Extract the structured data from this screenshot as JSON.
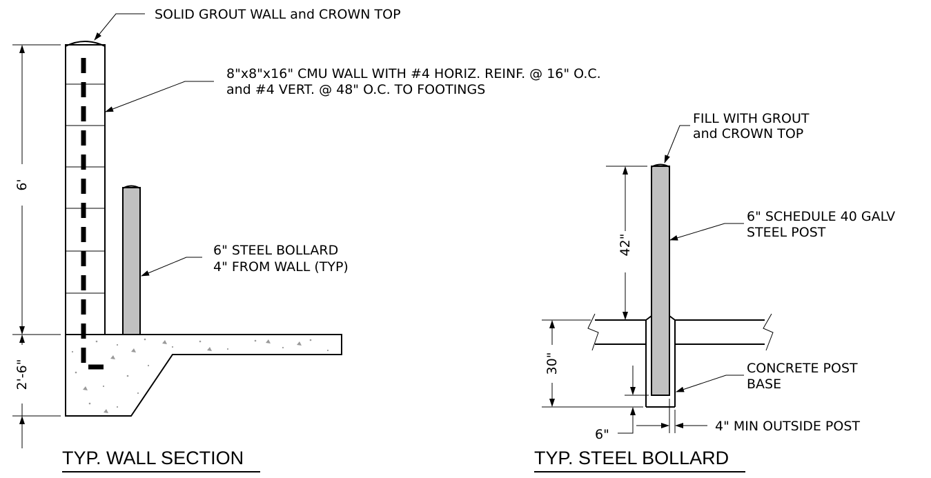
{
  "wall_section": {
    "title": "TYP. WALL SECTION",
    "notes": {
      "grout": "SOLID GROUT WALL and CROWN TOP",
      "cmu_line1": "8\"x8\"x16\" CMU WALL WITH #4 HORIZ. REINF. @ 16\" O.C.",
      "cmu_line2": "and #4 VERT. @ 48\" O.C. TO FOOTINGS",
      "bollard_line1": "6\" STEEL BOLLARD",
      "bollard_line2": "4\" FROM WALL (TYP)"
    },
    "dimensions": {
      "wall_height": "6'",
      "footing_depth": "2'-6\""
    }
  },
  "steel_bollard": {
    "title": "TYP. STEEL BOLLARD",
    "notes": {
      "grout_line1": "FILL WITH GROUT",
      "grout_line2": "and CROWN TOP",
      "post_line1": "6\" SCHEDULE 40 GALV",
      "post_line2": "STEEL POST",
      "base_line1": "CONCRETE POST",
      "base_line2": "BASE",
      "min_outside": "4\" MIN OUTSIDE POST"
    },
    "dimensions": {
      "post_height": "42\"",
      "embed_depth": "30\"",
      "base_below": "6\""
    }
  },
  "colors": {
    "line": "#000000",
    "steel": "#c0c0c0",
    "concrete_speckle": "#9a9a9a"
  }
}
